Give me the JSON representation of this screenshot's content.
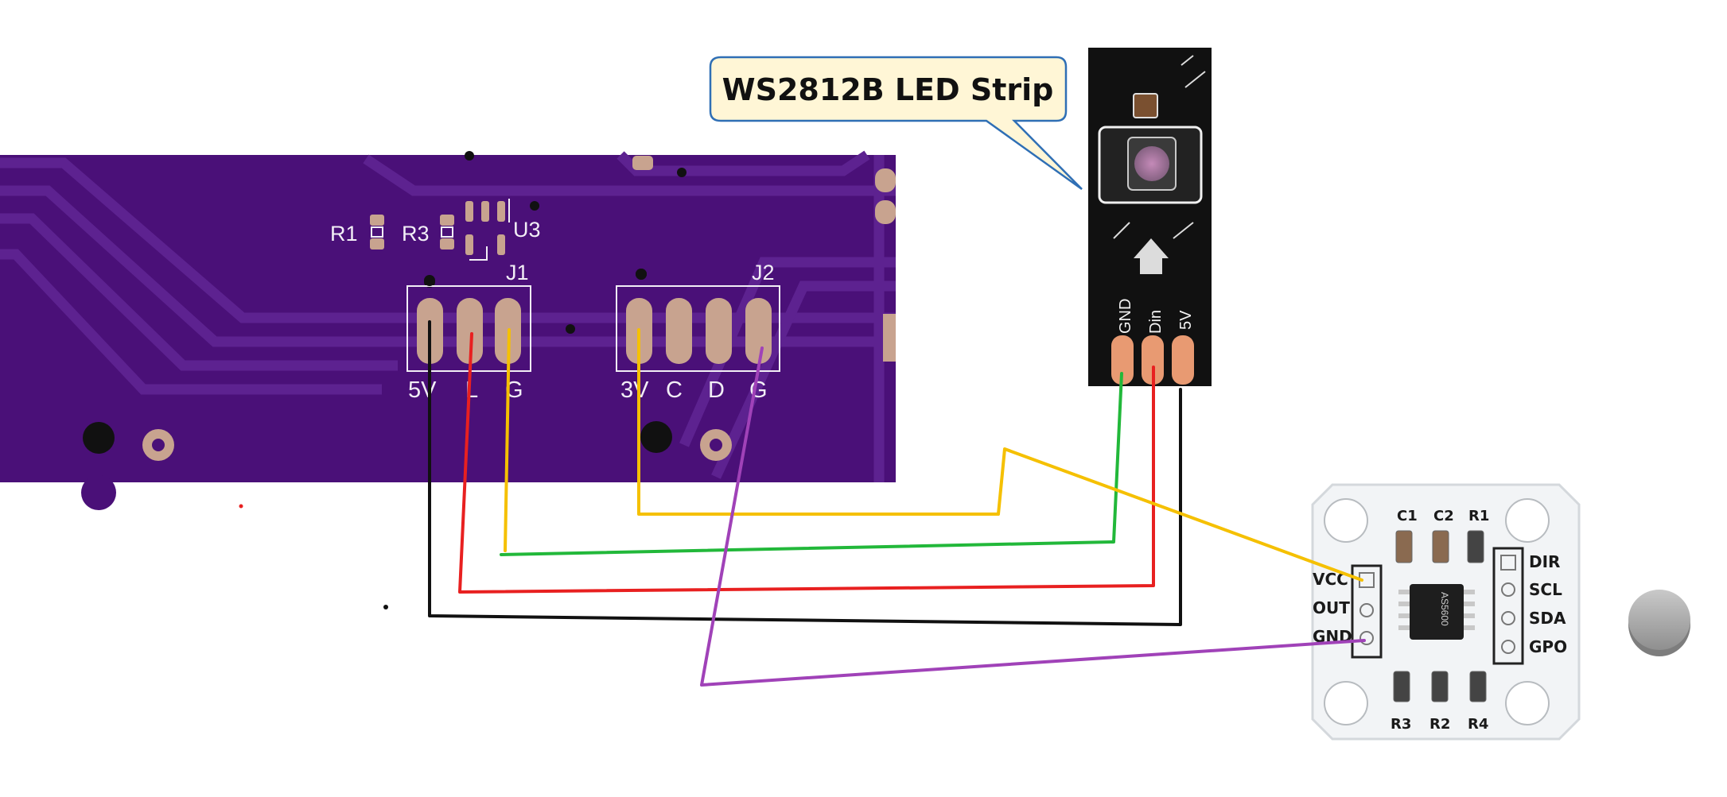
{
  "callout": {
    "text": "WS2812B LED Strip"
  },
  "pcb": {
    "board_color": "#4a1078",
    "trace_color": "#5d2290",
    "silk_color": "#f2eef6",
    "pad_color": "#c8a38f",
    "resistor_labels": [
      "R1",
      "R3"
    ],
    "ic_label": "U3",
    "connectors": [
      {
        "name": "J1",
        "pins": [
          "5V",
          "L",
          "G"
        ]
      },
      {
        "name": "J2",
        "pins": [
          "3V",
          "C",
          "D",
          "G"
        ]
      }
    ]
  },
  "led_strip": {
    "pins": [
      "GND",
      "Din",
      "5V"
    ]
  },
  "sensor_module": {
    "chip_marking": "AS5600",
    "left_pins": [
      "VCC",
      "OUT",
      "GND"
    ],
    "right_pins": [
      "DIR",
      "SCL",
      "SDA",
      "GPO"
    ],
    "top_parts": [
      "C1",
      "C2",
      "R1"
    ],
    "bottom_parts": [
      "R3",
      "R2",
      "R4"
    ]
  },
  "wires": [
    {
      "name": "black",
      "color": "#111111"
    },
    {
      "name": "red",
      "color": "#e82020"
    },
    {
      "name": "yellow",
      "color": "#f5c000"
    },
    {
      "name": "green",
      "color": "#22b83a"
    },
    {
      "name": "purple",
      "color": "#a042b8"
    }
  ],
  "magnet_icon": "round-magnet-icon"
}
